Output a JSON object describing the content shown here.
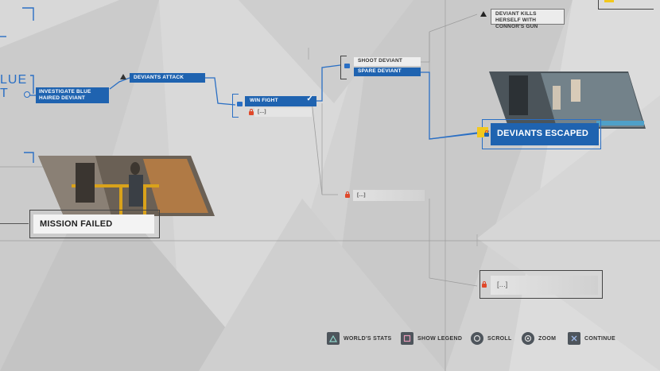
{
  "nodes": {
    "investigate": "INVESTIGATE BLUE HAIRED DEVIANT",
    "deviants_attack": "DEVIANTS ATTACK",
    "win_fight": "WIN FIGHT",
    "win_fight_locked": "[...]",
    "shoot_deviant": "SHOOT DEVIANT",
    "spare_deviant": "SPARE DEVIANT",
    "deviant_kills_herself": "DEVIANT KILLS HERSELF WITH CONNOR'S GUN",
    "middle_locked": "[...]",
    "bottom_locked": "[...]",
    "partial_left_text_1": "LUE",
    "partial_left_text_2": "T"
  },
  "endings": {
    "mission_failed": "MISSION FAILED",
    "deviants_escaped": "DEVIANTS ESCAPED"
  },
  "legend": [
    {
      "icon": "triangle-button-icon",
      "label": "WORLD'S STATS"
    },
    {
      "icon": "square-button-icon",
      "label": "SHOW LEGEND"
    },
    {
      "icon": "left-stick-icon",
      "label": "SCROLL"
    },
    {
      "icon": "right-stick-icon",
      "label": "ZOOM"
    },
    {
      "icon": "cross-button-icon",
      "label": "CONTINUE"
    }
  ],
  "colors": {
    "background": "#d2d2d2",
    "node_blue": "#1f63b0",
    "connector_blue": "#2a6fc4",
    "lock_red": "#e0482a",
    "trophy_yellow": "#f2c81d"
  }
}
